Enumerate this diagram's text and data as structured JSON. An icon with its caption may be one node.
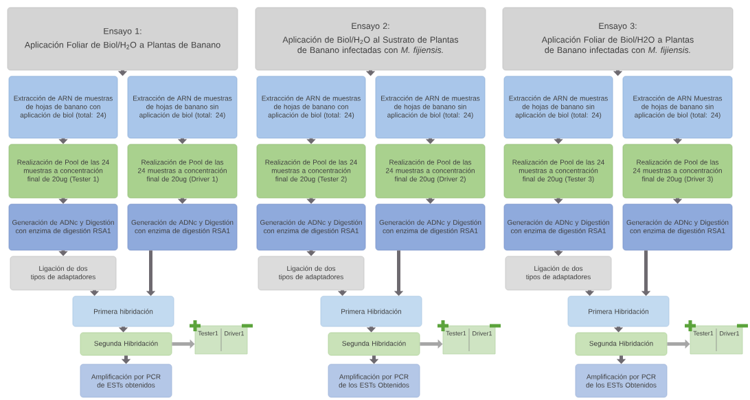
{
  "diagram": {
    "nodes": [
      {
        "text": [
          "Ensayo 1:",
          "Aplicación Foliar de Biol/H$_{2}$O a Plantas de Banano"
        ]
      },
      {
        "text": [
          "Extracción de ARN de muestras de hojas de banano con aplicación de biol (total: 24)"
        ]
      },
      {
        "text": [
          "Extracción de ARN de muestras de hojas de banano sin aplicación de biol (total: 24)"
        ]
      },
      {
        "text": [
          "Realización de Pool de las 24 muestras a concentración final de 20ug (Tester 1)"
        ]
      },
      {
        "text": [
          "Realización de Pool de las 24 muestras a concentración final de 20ug (Driver 1)"
        ]
      },
      {
        "text": [
          "Generación de ADNc y Digestión con enzima de digestión RSA1"
        ]
      },
      {
        "text": [
          "Generación de ADNc y Digestión con enzima de digestión RSA1"
        ]
      },
      {
        "text": [
          "Ligación de dos tipos de adaptadores"
        ]
      },
      {
        "text": [
          "Primera hibridación"
        ]
      },
      {
        "text": [
          "Segunda Hibridación"
        ]
      },
      {
        "text": [
          "Amplificación por PCR de ESTs obtenidos"
        ]
      },
      {
        "text": [
          "Tester1",
          "Driver1"
        ]
      },
      {
        "text": [
          "Ensayo 2:",
          "Aplicación de Biol/H$_{2}$O al Sustrato de Plantas de Banano infectadas con *M. fijiensis.*"
        ]
      },
      {
        "text": [
          "Extracción de ARN de muestras de hojas de banano con aplicación de biol (total: 24)"
        ]
      },
      {
        "text": [
          "Extracción de ARN de muestras de hojas de banano sin aplicación de biol (total: 24)"
        ]
      },
      {
        "text": [
          "Realización de Pool de las 24 muestras a concentración final de 20ug (Tester 2)"
        ]
      },
      {
        "text": [
          "Realización de Pool de las 24 muestras a concentración final de 20ug (Driver 2)"
        ]
      },
      {
        "text": [
          "Generación de ADNc y Digestión con enzima de digestión RSA1"
        ]
      },
      {
        "text": [
          "Generación de ADNc y Digestión con enzima de digestión RSA1"
        ]
      },
      {
        "text": [
          "Ligación de dos tipos de adaptadores"
        ]
      },
      {
        "text": [
          "Primera Hibridación"
        ]
      },
      {
        "text": [
          "Segunda Hibridación"
        ]
      },
      {
        "text": [
          "Amplificación por PCR de los ESTs Obtenidos"
        ]
      },
      {
        "text": [
          "Tester1",
          "Driver1"
        ]
      },
      {
        "text": [
          "Ensayo 3:",
          "Aplicación Foliar de Biol/H2O a Plantas de Banano infectadas con *M. fijiensis.*"
        ]
      },
      {
        "text": [
          "Extracción de ARN de muestras de hojas de banano sin aplicación de biol (total: 24)"
        ]
      },
      {
        "text": [
          "Extracción de ARN Muestras de hojas de banano sin aplicación de biol (total: 24)"
        ]
      },
      {
        "text": [
          "Realización de Pool de las 24 muestras a concentración final de 20ug (Tester 3)"
        ]
      },
      {
        "text": [
          "Realización de Pool de las 24 muestras a concentración final de 20ug (Driver 3)"
        ]
      },
      {
        "text": [
          "Generación de ADNc y Digestión con enzima de digestión RSA1"
        ]
      },
      {
        "text": [
          "Generación de ADNc y Digestión con enzima de digestión RSA1"
        ]
      },
      {
        "text": [
          "Ligación de dos tipos de adaptadores"
        ]
      },
      {
        "text": [
          "Primera Hibridación"
        ]
      },
      {
        "text": [
          "Segunda Hibridación"
        ]
      },
      {
        "text": [
          "Amplificación por PCR de los ESTs Obtenidos"
        ]
      },
      {
        "text": [
          "Tester1",
          "Driver1"
        ]
      }
    ],
    "edges": [
      {
        "from": 0,
        "to": 1,
        "arrow": "to"
      },
      {
        "from": 0,
        "to": 2,
        "arrow": "to"
      },
      {
        "from": 1,
        "to": 3,
        "arrow": "to"
      },
      {
        "from": 2,
        "to": 4,
        "arrow": "to"
      },
      {
        "from": 3,
        "to": 5,
        "arrow": "to"
      },
      {
        "from": 4,
        "to": 6,
        "arrow": "to"
      },
      {
        "from": 5,
        "to": 7,
        "arrow": "to"
      },
      {
        "from": 7,
        "to": 8,
        "arrow": "to"
      },
      {
        "from": 6,
        "to": 8,
        "arrow": "to"
      },
      {
        "from": 8,
        "to": 9,
        "arrow": "to"
      },
      {
        "from": 9,
        "to": 10,
        "arrow": "to"
      },
      {
        "from": 9,
        "to": 11,
        "arrow": "to",
        "color": "#a6a6a6"
      },
      {
        "from": 12,
        "to": 13,
        "arrow": "to"
      },
      {
        "from": 12,
        "to": 14,
        "arrow": "to"
      },
      {
        "from": 13,
        "to": 15,
        "arrow": "to"
      },
      {
        "from": 14,
        "to": 16,
        "arrow": "to"
      },
      {
        "from": 15,
        "to": 17,
        "arrow": "to"
      },
      {
        "from": 16,
        "to": 18,
        "arrow": "to"
      },
      {
        "from": 17,
        "to": 19,
        "arrow": "to"
      },
      {
        "from": 19,
        "to": 20,
        "arrow": "to"
      },
      {
        "from": 18,
        "to": 20,
        "arrow": "to"
      },
      {
        "from": 20,
        "to": 21,
        "arrow": "to"
      },
      {
        "from": 21,
        "to": 22,
        "arrow": "to"
      },
      {
        "from": 21,
        "to": 23,
        "arrow": "to",
        "color": "#a6a6a6"
      },
      {
        "from": 24,
        "to": 25,
        "arrow": "to"
      },
      {
        "from": 24,
        "to": 26,
        "arrow": "to"
      },
      {
        "from": 25,
        "to": 27,
        "arrow": "to"
      },
      {
        "from": 26,
        "to": 28,
        "arrow": "to"
      },
      {
        "from": 27,
        "to": 29,
        "arrow": "to"
      },
      {
        "from": 28,
        "to": 30,
        "arrow": "to"
      },
      {
        "from": 29,
        "to": 31,
        "arrow": "to"
      },
      {
        "from": 31,
        "to": 32,
        "arrow": "to"
      },
      {
        "from": 30,
        "to": 32,
        "arrow": "to"
      },
      {
        "from": 32,
        "to": 33,
        "arrow": "to"
      },
      {
        "from": 33,
        "to": 34,
        "arrow": "to"
      },
      {
        "from": 33,
        "to": 35,
        "arrow": "to",
        "color": "#a6a6a6"
      }
    ]
  }
}
